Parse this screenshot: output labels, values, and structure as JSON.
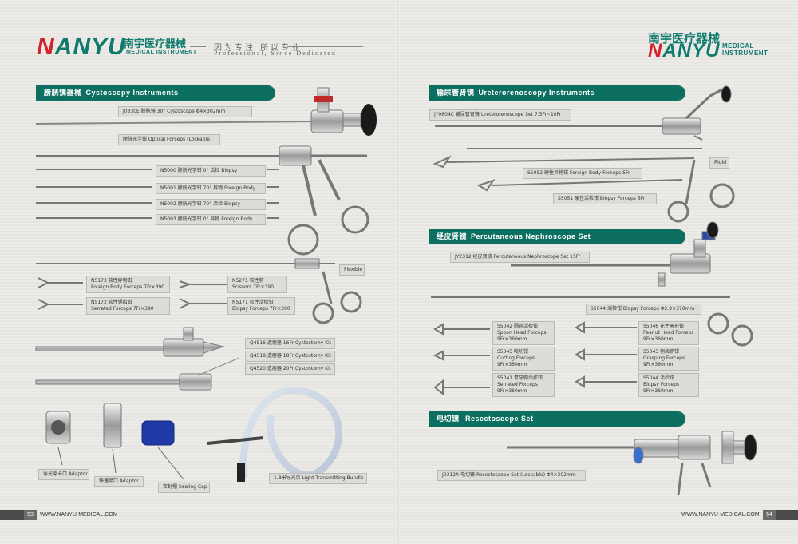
{
  "brand": {
    "name_n": "N",
    "name_rest": "ANYU",
    "name_cn": "南宇医疗器械",
    "sub_en": "MEDICAL INSTRUMENT",
    "sub_en_line1": "MEDICAL",
    "sub_en_line2": "INSTRUMENT",
    "tagline_cn": "因为专注 所以专业",
    "tagline_en": "Professional, Since Dedicated"
  },
  "colors": {
    "brand_green": "#0c6f61",
    "brand_red": "#d2232a"
  },
  "left_page": {
    "section_cystoscopy": {
      "title_cn": "膀胱镜器械",
      "title_en": "Cystoscopy Instruments",
      "items": {
        "j0330e": "J0330E 膀胱镜 30° Cystoscope  Φ4×302mm",
        "optical_forceps": "膀胱光学钳 Optical Forceps (Lockable)",
        "n5000": "N5000 膀胱光学钳  0° 活检 Biopsy",
        "n5001": "N5001 膀胱光学钳 70° 异物 Foreign Body",
        "n5002": "N5002 膀胱光学钳 70° 活检 Biopsy",
        "n5003": "N5003 膀胱光学钳  0° 异物 Foreign Body"
      }
    },
    "flexible": {
      "tag": "Flexible",
      "n5173": "N5173 软性异物钳\nForeign Body Forceps 7Fr×390",
      "n5271": "N5271 软性剪\nScissors 7Fr×390",
      "n5172": "N5172 软性锯齿钳\nSerrated Forceps 7Fr×390",
      "n5171": "N5171 软性活检钳\nBiopsy Forceps 7Fr×390"
    },
    "cystostomy": {
      "q4516": "Q4516 造瘘器 16Fr Cystostomy Kit",
      "q4518": "Q4518 造瘘器 18Fr Cystostomy Kit",
      "q4520": "Q4520 造瘘器 20Fr Cystostomy Kit"
    },
    "accessories": {
      "adaptor_light": "导光束卡口 Adaptor",
      "adaptor_quick": "快速接口 Adaptor",
      "sealing_cap": "密封帽 Sealing Cap",
      "light_bundle": "1.8米导光束  Light Transmitting Bundle"
    },
    "footer": {
      "page": "53",
      "url": "WWW.NANYU-MEDICAL.COM"
    }
  },
  "right_page": {
    "section_ureteroscopy": {
      "title_cn": "输尿管肾镜",
      "title_en": "Ureterorenoscopy Instruments",
      "jy0604c": "JY0604C 输尿管肾镜 Ureterorenoscope Set 7.5Fr~10Fr",
      "rigid": "Rigid",
      "s5052": "S5052 硬性异物钳 Foreign Body Forceps 5Fr",
      "s5051": "S5051 硬性活检钳 Biopsy Forceps 5Fr"
    },
    "section_nephroscope": {
      "title_cn": "经皮肾镜",
      "title_en": "Percutaneous Nephroscope Set",
      "jy2312": "JY2312 经皮肾镜 Percutaneous Nephroscope Set 15Fr",
      "s5044_main": "S5044 活检钳 Biopsy Forceps  Φ2.9×370mm",
      "s5042": "S5042 圆碗活检钳\nSpoon Head Forceps\n9Fr×360mm",
      "s5046": "S5046 花生米形钳\nPeanut Head Forceps\n9Fr×360mm",
      "s5045": "S5045 咬切钳\nCutting Forceps\n9Fr×360mm",
      "s5043": "S5043 侧齿抓钳\nGrasping Forceps\n9Fr×360mm",
      "s5041": "S5041 鼠牙侧齿抓钳\nSerrated Forceps\n9Fr×360mm",
      "s5044_small": "S5044 活检钳\nBiopsy Forceps\n9Fr×360mm"
    },
    "section_resectoscope": {
      "title_cn": "电切镜",
      "title_en": "Resectoscope Set",
      "j0312a": "J0312A 电切镜 Resectoscope Set (Lockable)  Φ4×302mm"
    },
    "footer": {
      "page": "54",
      "url": "WWW.NANYU-MEDICAL.COM"
    }
  }
}
